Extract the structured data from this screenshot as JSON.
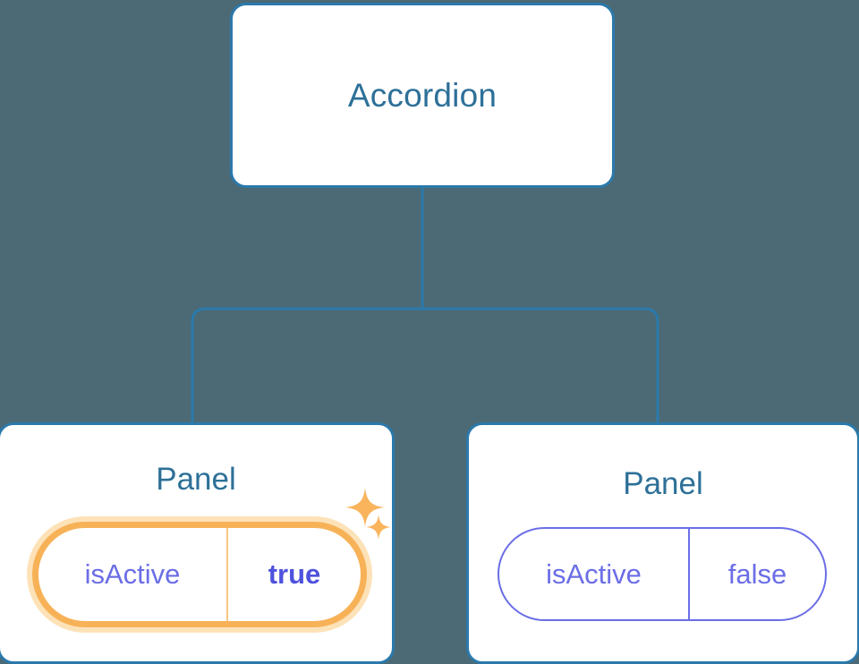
{
  "diagram": {
    "type": "component-tree",
    "background_color": "#4b6a75",
    "edge_color": "#2b79ab",
    "node_border_color": "#2b79ab",
    "node_text_color": "#2d7098",
    "prop_text_color": "#6b6ee6",
    "highlight_color": "#f7b258",
    "highlight_glow_color": "#fde2b8"
  },
  "root": {
    "label": "Accordion"
  },
  "children": [
    {
      "label": "Panel",
      "highlighted": true,
      "prop": {
        "key": "isActive",
        "value": "true"
      },
      "sparkles": [
        "sparkle-large-icon",
        "sparkle-small-icon"
      ]
    },
    {
      "label": "Panel",
      "highlighted": false,
      "prop": {
        "key": "isActive",
        "value": "false"
      }
    }
  ]
}
